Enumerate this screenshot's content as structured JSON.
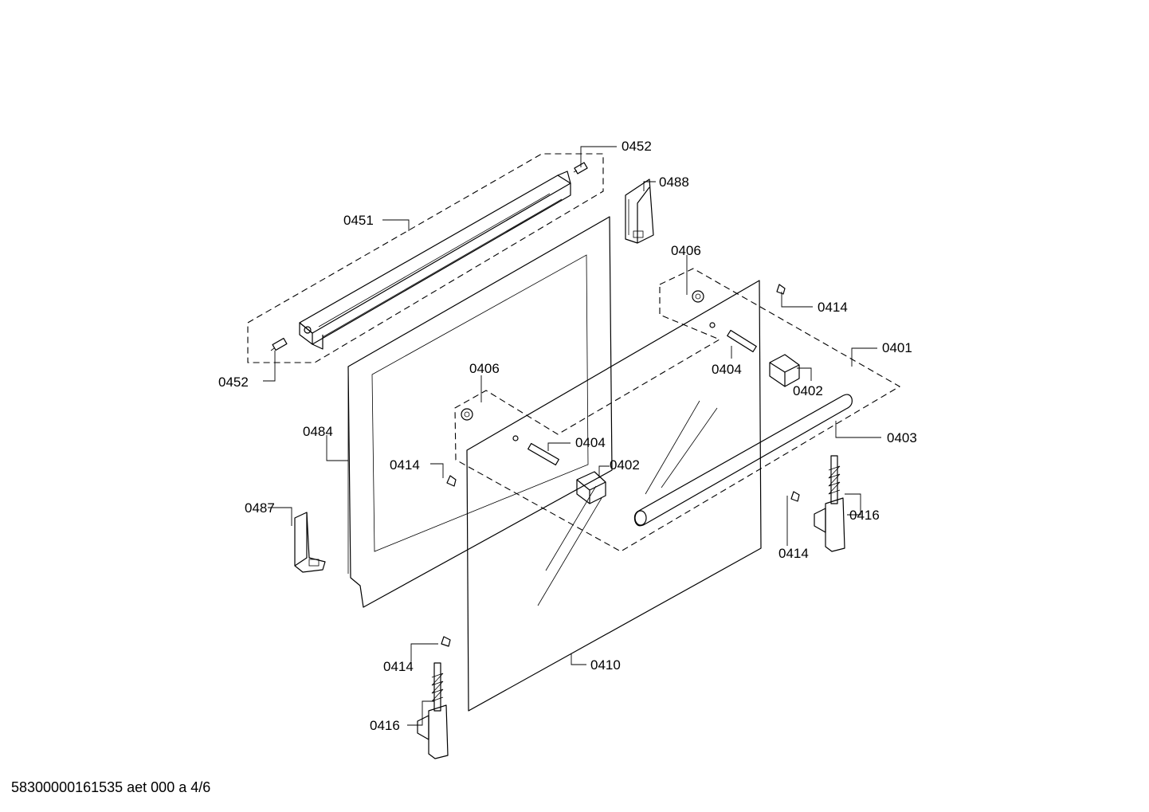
{
  "labels": {
    "l0452_top": "0452",
    "l0488": "0488",
    "l0451": "0451",
    "l0406_right": "0406",
    "l0414_right": "0414",
    "l0401": "0401",
    "l0452_left": "0452",
    "l0404_right": "0404",
    "l0402_right": "0402",
    "l0406_center": "0406",
    "l0484": "0484",
    "l0403": "0403",
    "l0404_center": "0404",
    "l0414_left": "0414",
    "l0402_center": "0402",
    "l0487": "0487",
    "l0416_right": "0416",
    "l0414_lowright": "0414",
    "l0414_bottom": "0414",
    "l0410": "0410",
    "l0416_bottom": "0416"
  },
  "footer": "58300000161535 aet 000 a 4/6"
}
